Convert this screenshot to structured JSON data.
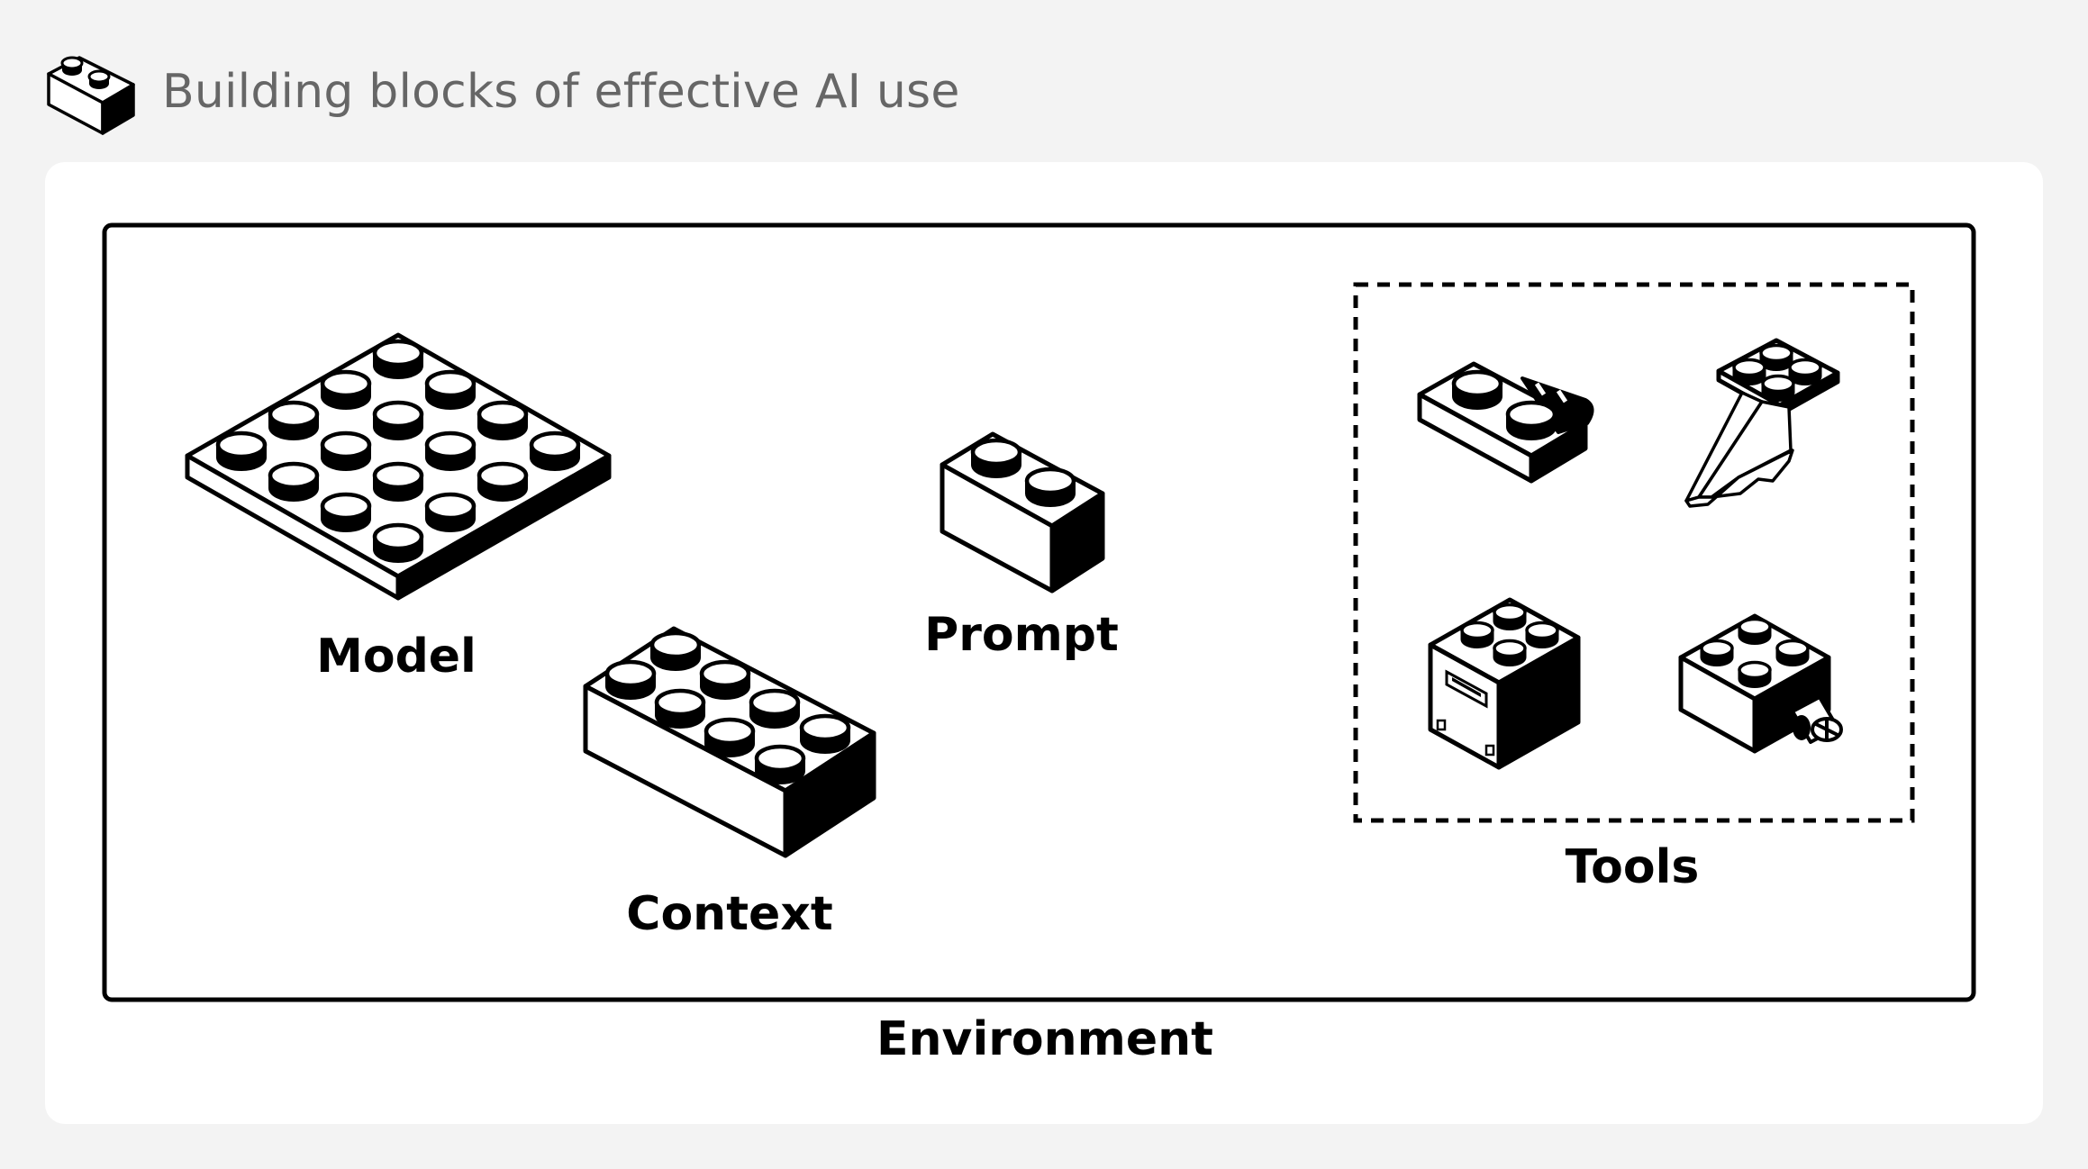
{
  "header": {
    "title": "Building blocks of effective AI use",
    "icon": "lego-brick-icon"
  },
  "diagram": {
    "environment_label": "Environment",
    "model_label": "Model",
    "context_label": "Context",
    "prompt_label": "Prompt",
    "tools_label": "Tools",
    "tool_icons": [
      "hinge-plate-icon",
      "angled-support-icon",
      "panel-brick-icon",
      "axle-brick-icon"
    ]
  }
}
